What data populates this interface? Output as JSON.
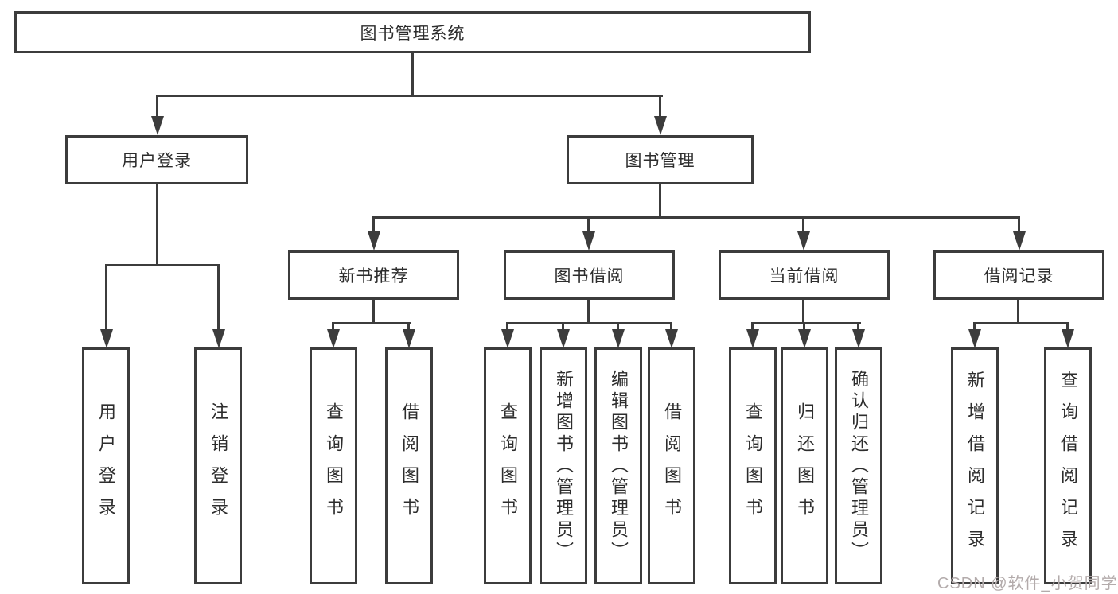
{
  "diagram": {
    "root": {
      "label": "图书管理系统"
    },
    "branches": [
      {
        "label": "用户登录",
        "children": [
          {
            "label": "用户登录"
          },
          {
            "label": "注销登录"
          }
        ]
      },
      {
        "label": "图书管理",
        "children": [
          {
            "label": "新书推荐",
            "children": [
              {
                "label": "查询图书"
              },
              {
                "label": "借阅图书"
              }
            ]
          },
          {
            "label": "图书借阅",
            "children": [
              {
                "label": "查询图书"
              },
              {
                "label": "新增图书（管理员）"
              },
              {
                "label": "编辑图书（管理员）"
              },
              {
                "label": "借阅图书"
              }
            ]
          },
          {
            "label": "当前借阅",
            "children": [
              {
                "label": "查询图书"
              },
              {
                "label": "归还图书"
              },
              {
                "label": "确认归还（管理员）"
              }
            ]
          },
          {
            "label": "借阅记录",
            "children": [
              {
                "label": "新增借阅记录"
              },
              {
                "label": "查询借阅记录"
              }
            ]
          }
        ]
      }
    ]
  },
  "watermark": {
    "text": "CSDN @软件_小贺同学"
  },
  "colors": {
    "line": "#3c3c3c",
    "text": "#2d2d2d",
    "background": "#ffffff",
    "watermark": "#b3abab"
  }
}
